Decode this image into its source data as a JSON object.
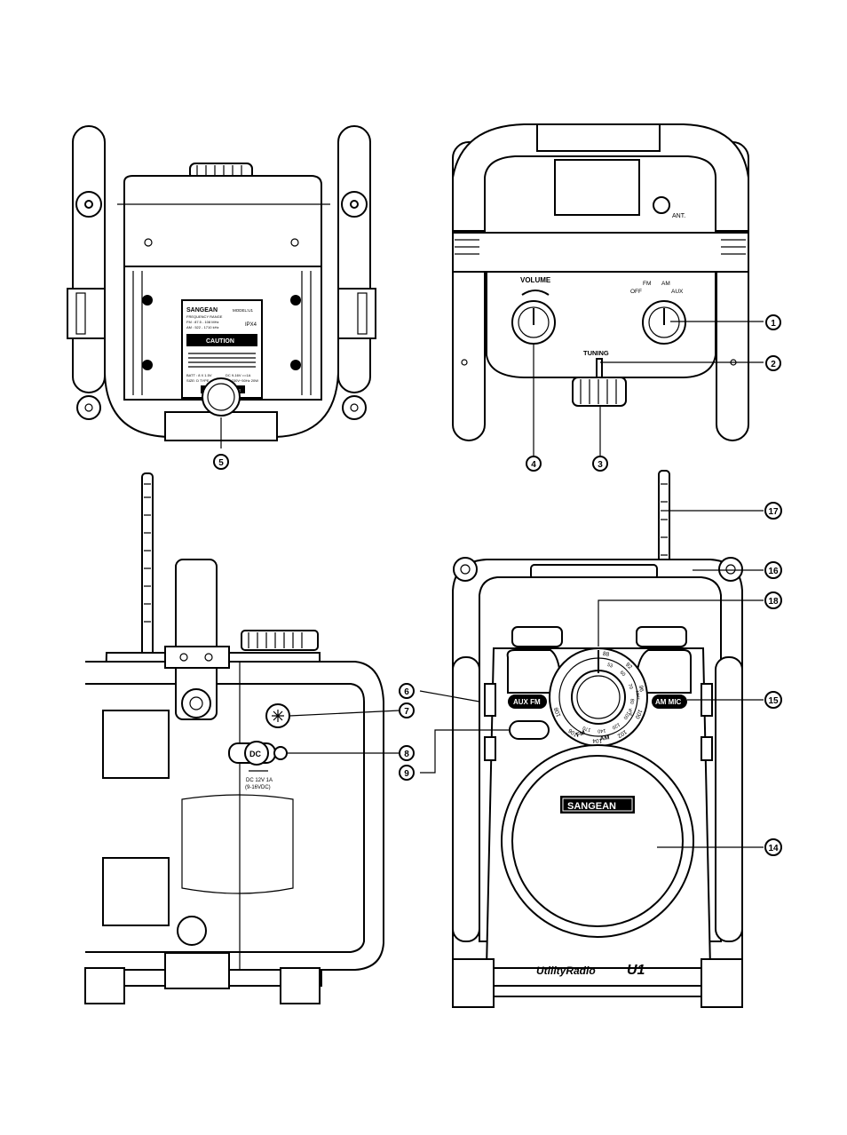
{
  "callouts": [
    "1",
    "2",
    "3",
    "4",
    "5",
    "6",
    "7",
    "8",
    "9",
    "14",
    "15",
    "16",
    "17",
    "18"
  ],
  "front_top": {
    "volume": "VOLUME",
    "tuning": "TUNING",
    "ant": "ANT.",
    "fm": "FM",
    "am": "AM",
    "off": "OFF",
    "aux": "AUX"
  },
  "back_label": {
    "brand": "SANGEAN",
    "model": "MODEL:U1",
    "freq_title": "FREQUENCY RANGE",
    "freq_fm": "FM : 87.5 - 108 MHz",
    "freq_am": "AM : 522 - 1710 kHz",
    "ipx": "IPX4",
    "caution": "CAUTION",
    "batt": "BATT : 8 X 1.5V",
    "dc": "DC 9-16V ==1A",
    "size": "SIZE: D TYPE",
    "ac": "AC 230V~50Hz 20W",
    "open": "OPEN",
    "close": "CLOSE"
  },
  "side": {
    "dc_jack": "DC",
    "dc_spec": "DC 12V 1A",
    "dc_range": "(9-16VDC)"
  },
  "front": {
    "aux_fm": "AUX FM",
    "am_mic": "AM MIC",
    "brand": "SANGEAN",
    "model_script": "UtilityRadio",
    "model_num": "U1",
    "dial_fm": "FM",
    "dial_mhz": "MHz",
    "dial_khz": "kHz",
    "dial_am": "AM",
    "dial_fm_scale": [
      "88",
      "92",
      "96",
      "100",
      "102",
      "104",
      "106",
      "108"
    ],
    "dial_am_scale": [
      "53",
      "60",
      "70",
      "80",
      "100",
      "120",
      "140",
      "170"
    ]
  }
}
